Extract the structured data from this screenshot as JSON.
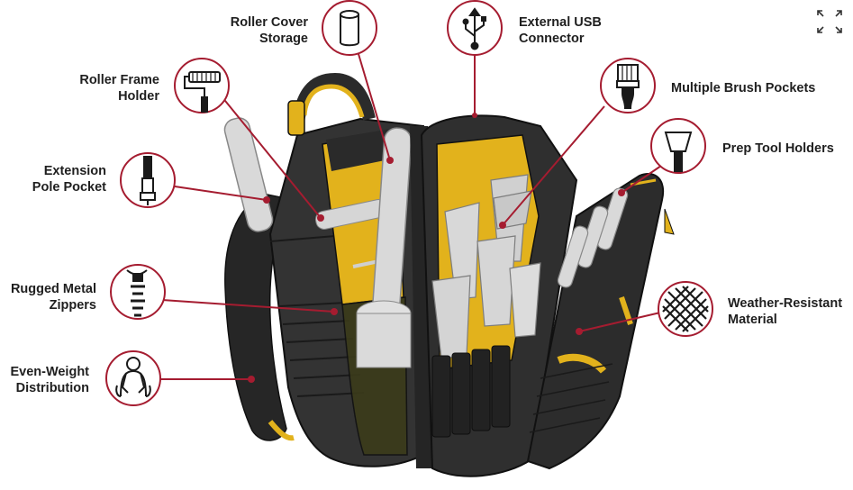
{
  "callouts": [
    {
      "id": "roller-cover-storage",
      "lines": [
        "Roller Cover",
        "Storage"
      ],
      "icon": "roller-cover-icon"
    },
    {
      "id": "external-usb-connector",
      "lines": [
        "External USB",
        "Connector"
      ],
      "icon": "usb-icon"
    },
    {
      "id": "roller-frame-holder",
      "lines": [
        "Roller Frame",
        "Holder"
      ],
      "icon": "paint-roller-icon"
    },
    {
      "id": "multiple-brush-pockets",
      "lines": [
        "Multiple Brush Pockets"
      ],
      "icon": "paint-brush-icon"
    },
    {
      "id": "prep-tool-holders",
      "lines": [
        "Prep Tool Holders"
      ],
      "icon": "putty-knife-icon"
    },
    {
      "id": "extension-pole-pocket",
      "lines": [
        "Extension",
        "Pole Pocket"
      ],
      "icon": "extension-pole-icon"
    },
    {
      "id": "rugged-metal-zippers",
      "lines": [
        "Rugged Metal",
        "Zippers"
      ],
      "icon": "zipper-icon"
    },
    {
      "id": "weather-resistant-material",
      "lines": [
        "Weather-Resistant",
        "Material"
      ],
      "icon": "woven-fabric-icon"
    },
    {
      "id": "even-weight-distribution",
      "lines": [
        "Even-Weight",
        "Distribution"
      ],
      "icon": "person-backpack-icon"
    }
  ],
  "colors": {
    "accent": "#a51c30",
    "bag_dark": "#2e2e2e",
    "bag_yellow": "#e2b21c",
    "tool_gray": "#d4d4d4"
  },
  "controls": {
    "expand": "expand-icon"
  }
}
